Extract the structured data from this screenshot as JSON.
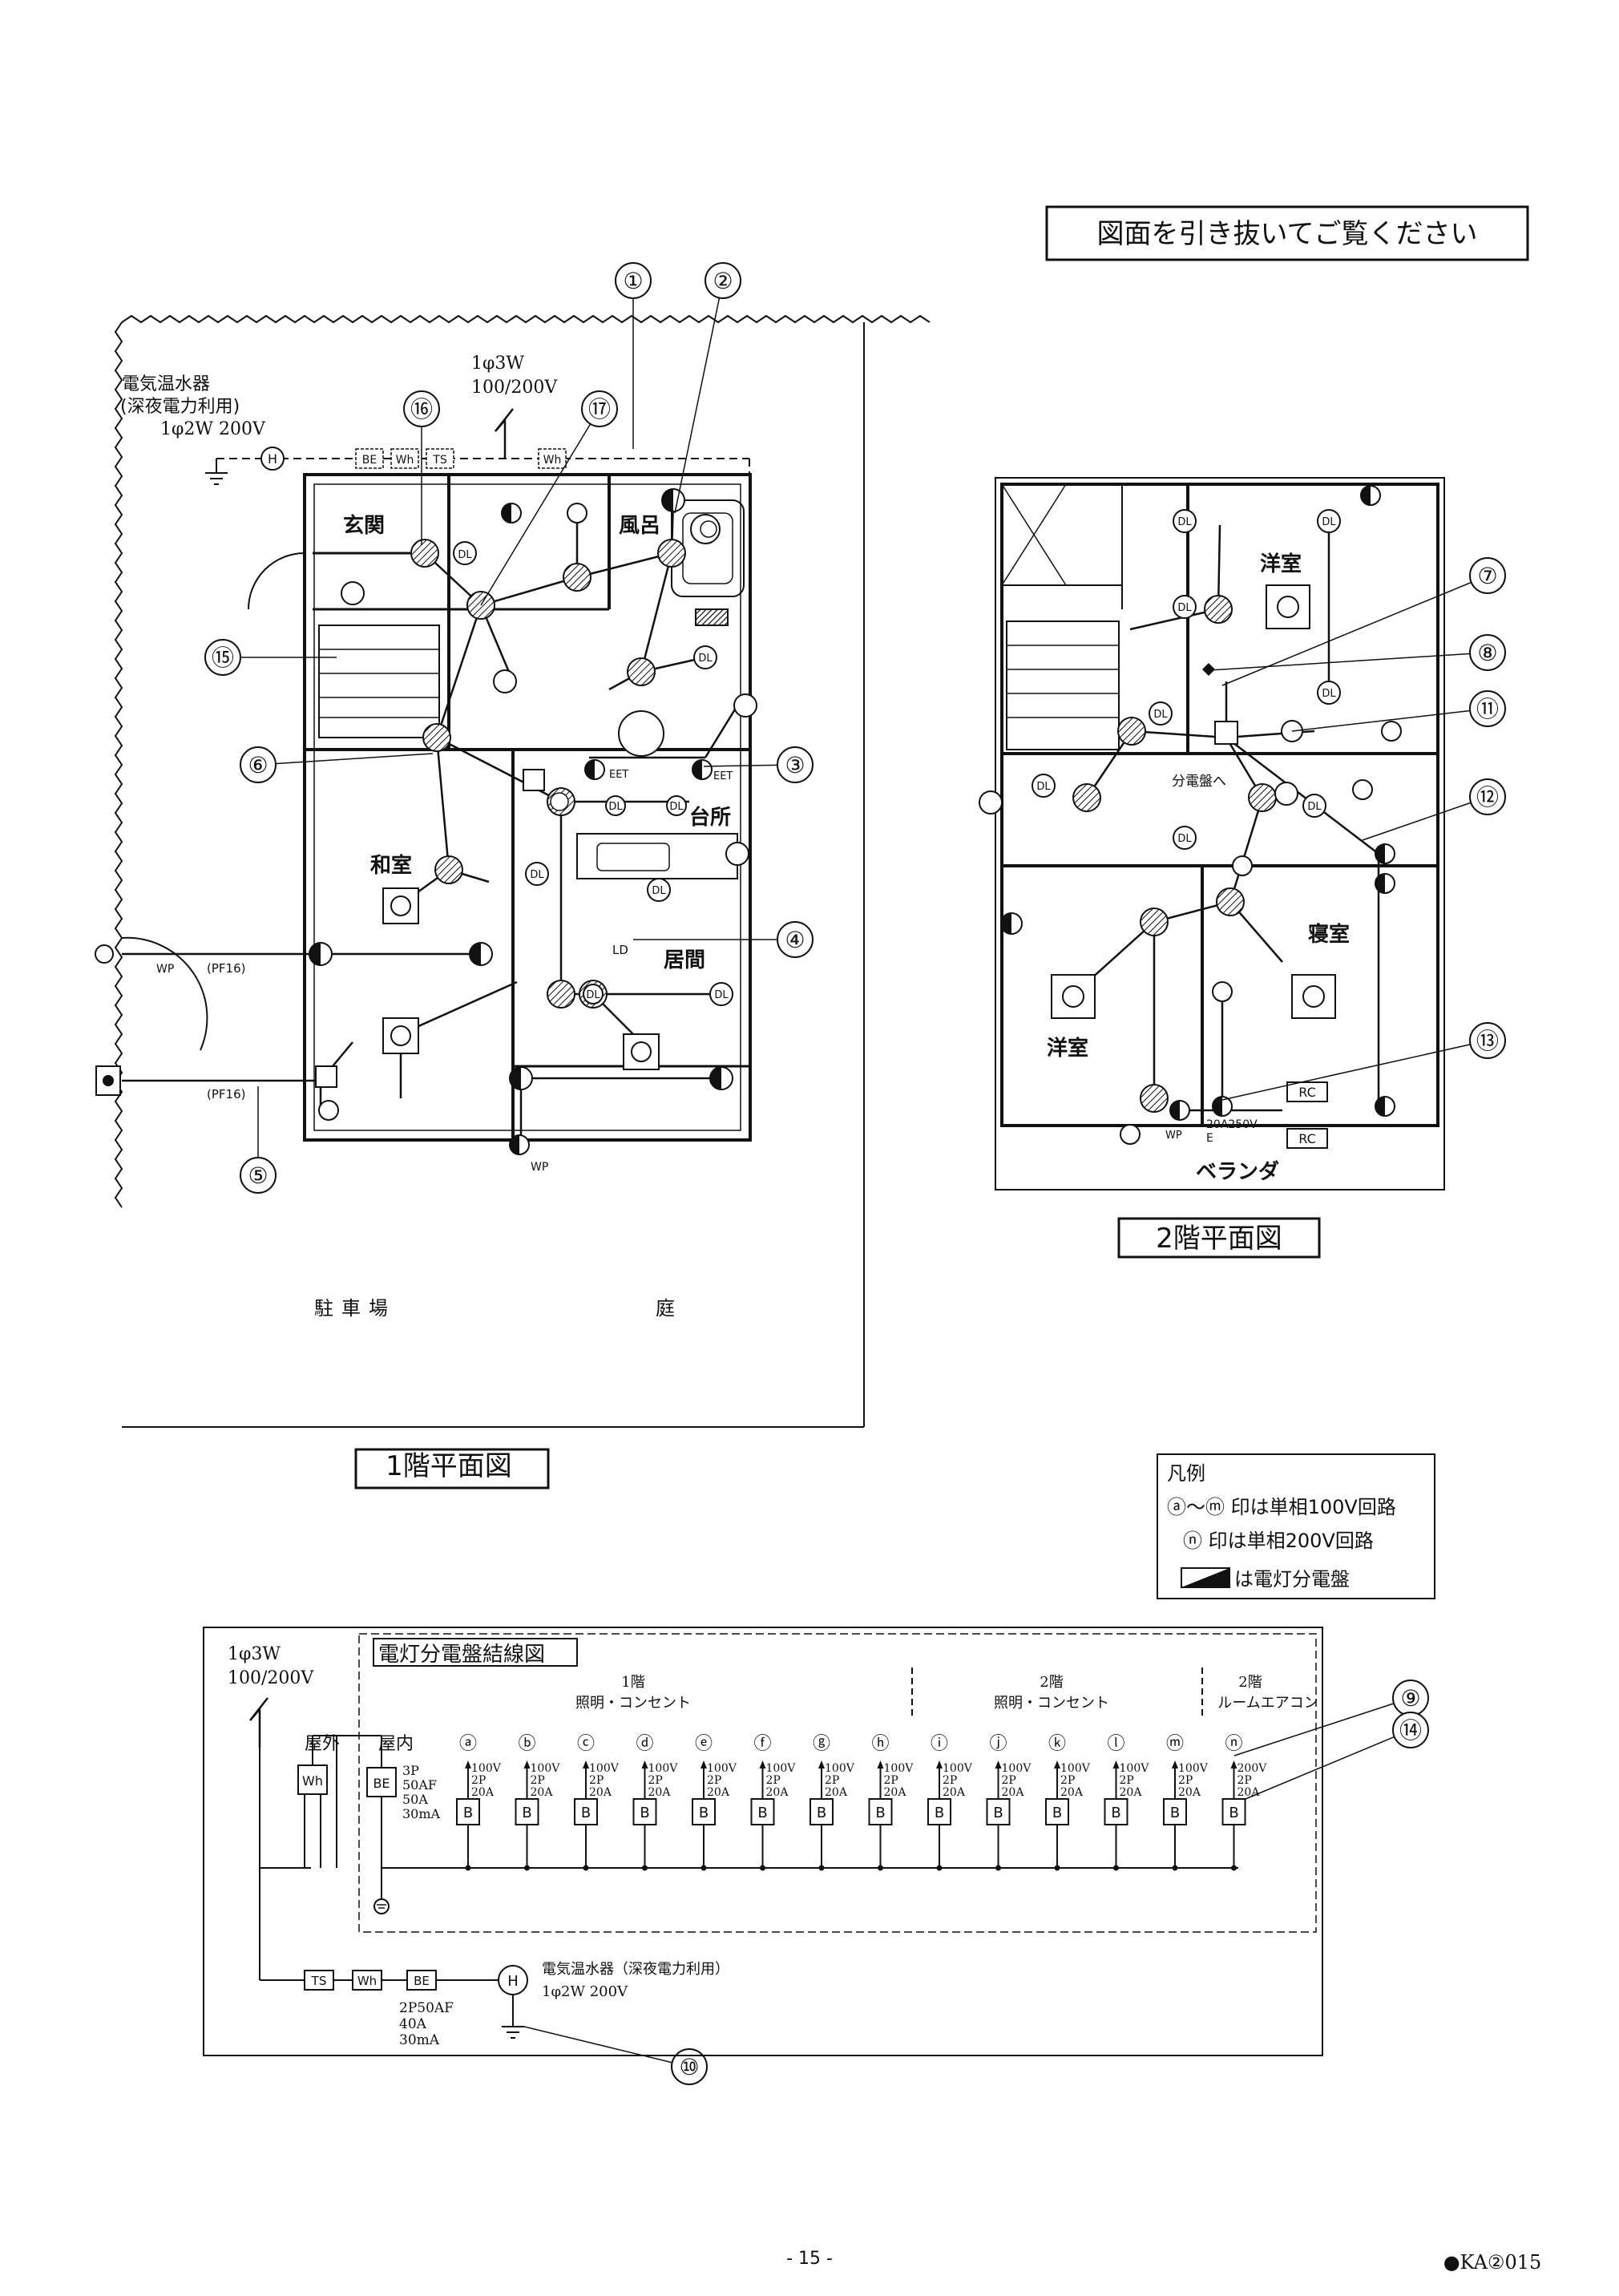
{
  "banner": "図面を引き抜いてご覧ください",
  "callouts": [
    "①",
    "②",
    "③",
    "④",
    "⑤",
    "⑥",
    "⑦",
    "⑧",
    "⑨",
    "⑩",
    "⑪",
    "⑫",
    "⑬",
    "⑭",
    "⑮",
    "⑯",
    "⑰"
  ],
  "floor1": {
    "title": "1階平面図",
    "heater_label": "電気温水器",
    "heater_sub": "(深夜電力利用)",
    "heater_spec": "1φ2W 200V",
    "supply_label": "1φ3W",
    "supply_volt": "100/200V",
    "rooms": {
      "genkan": "玄関",
      "furo": "風呂",
      "washitsu": "和室",
      "daidokoro": "台所",
      "ima": "居間"
    },
    "outside": {
      "parking": "駐車場",
      "garden": "庭"
    },
    "meter_box": {
      "be": "BE",
      "wh1": "Wh",
      "ts": "TS",
      "wh2": "Wh"
    },
    "tags": {
      "h": "H",
      "dl": "DL",
      "pf16": "(PF16)",
      "wp": "WP",
      "eet": "EET",
      "ld": "LD"
    }
  },
  "floor2": {
    "title": "2階平面図",
    "rooms": {
      "yoshitsu1": "洋室",
      "shinshitsu": "寝室",
      "yoshitsu2": "洋室",
      "veranda": "ベランダ"
    },
    "bunden": "分電盤へ",
    "rc": "RC",
    "outlet_spec": "20A250V",
    "outlet_e": "E",
    "dl": "DL",
    "wp": "WP"
  },
  "legend": {
    "title": "凡例",
    "line1": "ⓐ～ⓜ 印は単相100V回路",
    "line2": "ⓝ 印は単相200V回路",
    "line3": "は電灯分電盤"
  },
  "panel": {
    "title": "電灯分電盤結線図",
    "supply": "1φ3W",
    "supply_volt": "100/200V",
    "outside": "屋外",
    "inside": "屋内",
    "group1": "1階",
    "group1_sub": "照明・コンセント",
    "group2": "2階",
    "group2_sub": "照明・コンセント",
    "group3": "2階",
    "group3_sub": "ルームエアコン",
    "wh": "Wh",
    "be": "BE",
    "be_spec": [
      "3P",
      "50AF",
      "50A",
      "30mA"
    ],
    "breaker": "B",
    "circuits": [
      {
        "id": "ⓐ",
        "v": "100V",
        "p": "2P",
        "a": "20A"
      },
      {
        "id": "ⓑ",
        "v": "100V",
        "p": "2P",
        "a": "20A"
      },
      {
        "id": "ⓒ",
        "v": "100V",
        "p": "2P",
        "a": "20A"
      },
      {
        "id": "ⓓ",
        "v": "100V",
        "p": "2P",
        "a": "20A"
      },
      {
        "id": "ⓔ",
        "v": "100V",
        "p": "2P",
        "a": "20A"
      },
      {
        "id": "ⓕ",
        "v": "100V",
        "p": "2P",
        "a": "20A"
      },
      {
        "id": "ⓖ",
        "v": "100V",
        "p": "2P",
        "a": "20A"
      },
      {
        "id": "ⓗ",
        "v": "100V",
        "p": "2P",
        "a": "20A"
      },
      {
        "id": "ⓘ",
        "v": "100V",
        "p": "2P",
        "a": "20A"
      },
      {
        "id": "ⓙ",
        "v": "100V",
        "p": "2P",
        "a": "20A"
      },
      {
        "id": "ⓚ",
        "v": "100V",
        "p": "2P",
        "a": "20A"
      },
      {
        "id": "ⓛ",
        "v": "100V",
        "p": "2P",
        "a": "20A"
      },
      {
        "id": "ⓜ",
        "v": "100V",
        "p": "2P",
        "a": "20A"
      },
      {
        "id": "ⓝ",
        "v": "200V",
        "p": "2P",
        "a": "20A"
      }
    ],
    "lower": {
      "ts": "TS",
      "wh": "Wh",
      "be": "BE",
      "h": "H",
      "be_spec": [
        "2P50AF",
        "40A",
        "30mA"
      ],
      "heater": "電気温水器（深夜電力利用）",
      "heater_spec": "1φ2W 200V"
    }
  },
  "footer": {
    "page": "- 15 -",
    "code": "●KA②015"
  }
}
